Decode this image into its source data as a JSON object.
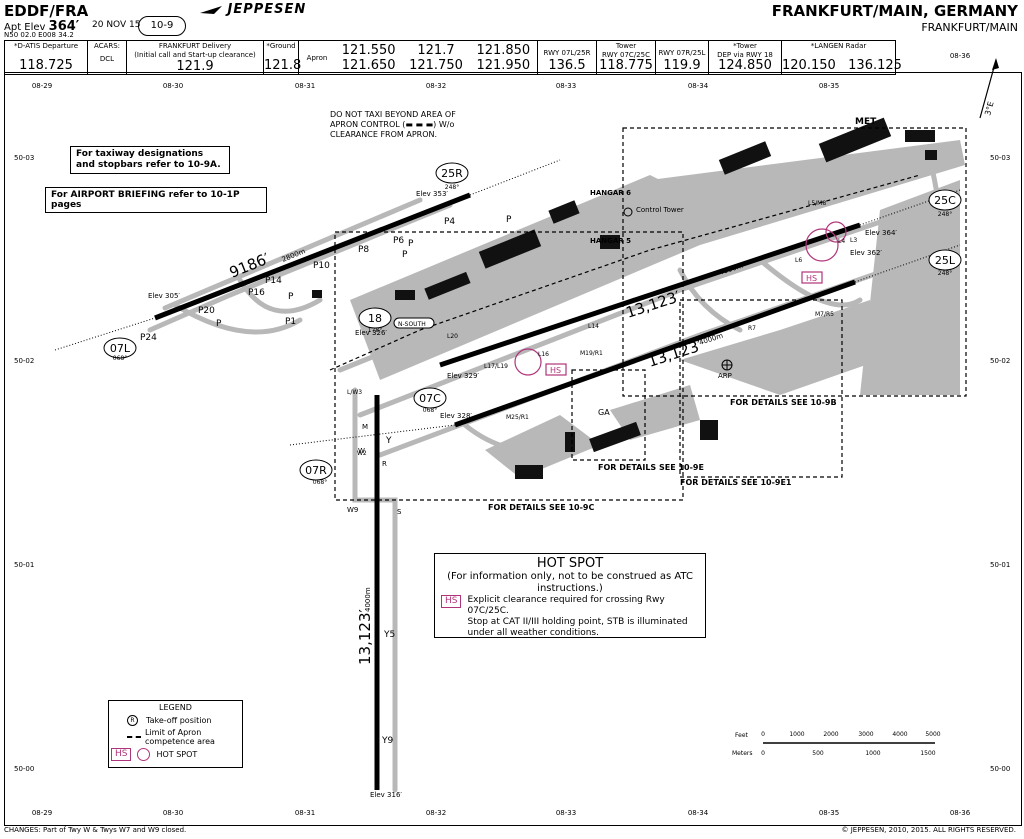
{
  "header": {
    "ident": "EDDF/FRA",
    "elev_label": "Apt Elev",
    "elev_value": "364′",
    "coords": "N50 02.0  E008 34.2",
    "date": "20 NOV 15",
    "page": "10-9",
    "brand": "JEPPESEN",
    "city": "FRANKFURT/MAIN, GERMANY",
    "airport": "FRANKFURT/MAIN"
  },
  "frequencies": [
    {
      "label": "*D-ATIS Departure",
      "value": "118.725"
    },
    {
      "label": "ACARS:",
      "sub": "DCL",
      "value": ""
    },
    {
      "label": "FRANKFURT Delivery",
      "sub": "(Initial call and Start-up clearance)",
      "value": "121.9"
    },
    {
      "label": "*Ground",
      "value": "121.8"
    },
    {
      "label": "Apron",
      "values": [
        "121.550",
        "121.7",
        "121.850",
        "121.650",
        "121.750",
        "121.950"
      ]
    },
    {
      "label": "RWY 07L/25R",
      "value": "136.5"
    },
    {
      "label": "Tower",
      "sub": "RWY 07C/25C",
      "value": "118.775"
    },
    {
      "label": "RWY 07R/25L",
      "value": "119.9"
    },
    {
      "label": "*Tower",
      "sub": "DEP via RWY 18",
      "value": "124.850"
    },
    {
      "label": "*LANGEN Radar",
      "value": "120.150   136.125"
    }
  ],
  "grid": {
    "lon_labels": [
      "08-29",
      "08-30",
      "08-31",
      "08-32",
      "08-33",
      "08-34",
      "08-35",
      "08-36"
    ],
    "lat_labels": [
      "50-03",
      "50-02",
      "50-01",
      "50-00"
    ]
  },
  "notes": {
    "taxi_designations": "For taxiway designations and stopbars refer to 10-9A.",
    "briefing": "For AIRPORT BRIEFING refer to 10-1P pages",
    "apron_control": "DO NOT TAXI BEYOND AREA OF APRON CONTROL (▬ ▬ ▬) W/o CLEARANCE FROM APRON.",
    "details_9c": "FOR DETAILS SEE 10-9C",
    "details_9e": "FOR DETAILS SEE 10-9E",
    "details_9e1": "FOR DETAILS SEE 10-9E1",
    "details_9b": "FOR DETAILS SEE 10-9B"
  },
  "runways": {
    "r07l": "07L",
    "r07l_hdg": "068°",
    "r25r": "25R",
    "r25r_hdg": "248°",
    "r07c": "07C",
    "r07c_hdg": "068°",
    "r25c": "25C",
    "r25c_hdg": "248°",
    "r07r": "07R",
    "r07r_hdg": "068°",
    "r25l": "25L",
    "r25l_hdg": "248°",
    "r18": "18",
    "r18_hdg": "178°",
    "len_nw": "9186′",
    "len_nw_m": "2800m",
    "len_c": "13,123′",
    "len_c_m": "4000m",
    "len_s": "13,123′",
    "len_s_m": "4000m",
    "len_18": "13,123′",
    "len_18_m": "4000m"
  },
  "labels": {
    "met": "MET",
    "hangar6": "HANGAR 6",
    "hangar5": "HANGAR 5",
    "control_tower": "Control Tower",
    "arp": "ARP",
    "n_south": "N-SOUTH",
    "var": "3°E",
    "elev_353": "Elev 353′",
    "elev_305": "Elev 305′",
    "elev_326": "Elev 326′",
    "elev_329": "Elev 329′",
    "elev_328": "Elev 328′",
    "elev_364": "Elev 364′",
    "elev_362": "Elev 362′",
    "elev_316": "Elev 316′",
    "twy": [
      "P4",
      "P",
      "P",
      "P6",
      "P8",
      "P",
      "P10",
      "P14",
      "P16",
      "P",
      "P1",
      "P20",
      "P",
      "P24",
      "Y",
      "Y5",
      "Y9",
      "GA",
      "M",
      "W",
      "S",
      "W9",
      "R"
    ],
    "hs": "HS",
    "l20": "L20",
    "l16": "L16",
    "l14": "L14",
    "l17": "L17/L19",
    "m19": "M19/R1",
    "m25": "M25/R1",
    "l6": "L6",
    "l4": "L4",
    "l3": "L3",
    "l5": "L5/M8",
    "m7": "M7/R5",
    "r7": "R7",
    "l_w3": "L/W3",
    "w2": "W2"
  },
  "hot_spot": {
    "title": "HOT SPOT",
    "disclaimer": "(For information only, not to be construed as ATC instructions.)",
    "hs": "HS",
    "text1": "Explicit clearance required for crossing Rwy 07C/25C.",
    "text2": "Stop at CAT II/III holding point, STB is illuminated",
    "text3": "under all weather conditions."
  },
  "legend": {
    "title": "LEGEND",
    "takeoff": "Take-off position",
    "apron_limit": "Limit of Apron competence area",
    "hs": "HS",
    "hot_spot": "HOT SPOT"
  },
  "scale": {
    "feet_label": "Feet",
    "meters_label": "Meters",
    "feet": [
      "0",
      "1000",
      "2000",
      "3000",
      "4000",
      "5000"
    ],
    "meters": [
      "0",
      "500",
      "1000",
      "1500"
    ]
  },
  "footer": {
    "changes": "CHANGES:  Part of Twy W & Twys W7 and W9 closed.",
    "copyright": "© JEPPESEN, 2010, 2015.  ALL RIGHTS RESERVED."
  },
  "colors": {
    "hot_spot": "#b0347a",
    "pavement": "#b8b8b8",
    "building": "#111111"
  }
}
